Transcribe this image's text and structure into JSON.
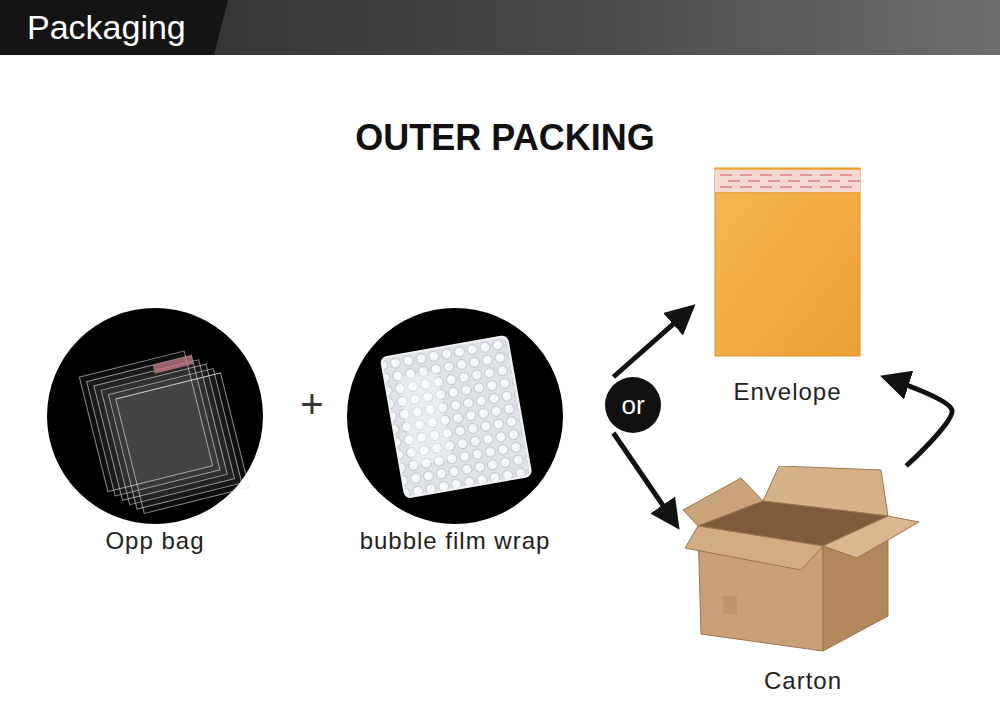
{
  "diagram": {
    "title": "OUTER PACKING",
    "nodes": [
      {
        "text": [
          "Packaging"
        ]
      },
      {
        "text": [
          "Opp bag"
        ]
      },
      {
        "text": [
          "bubble film wrap"
        ]
      },
      {
        "text": [
          "or"
        ]
      },
      {
        "text": [
          "Envelope"
        ]
      },
      {
        "text": [
          "Carton"
        ]
      }
    ],
    "edges": [
      {
        "from": 3,
        "to": 4,
        "arrow": "to"
      },
      {
        "from": 3,
        "to": 5,
        "arrow": "to"
      },
      {
        "from": 5,
        "to": 4,
        "arrow": "to"
      }
    ],
    "labels": [
      "+"
    ]
  }
}
